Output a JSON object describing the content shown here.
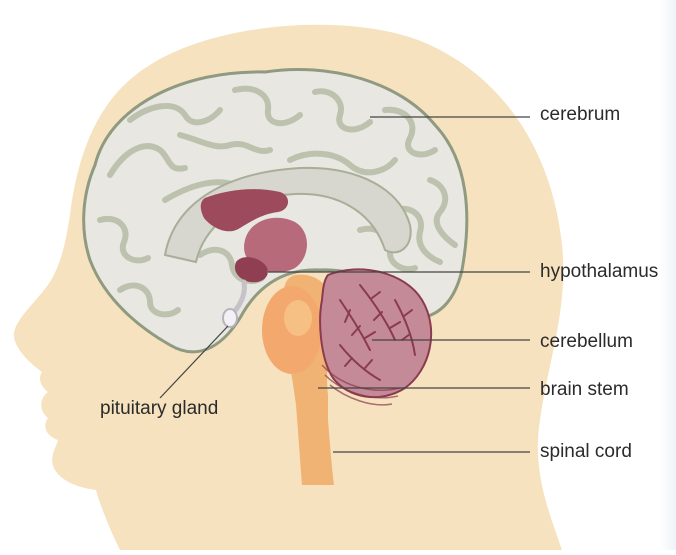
{
  "diagram": {
    "labels": {
      "cerebrum": "cerebrum",
      "hypothalamus": "hypothalamus",
      "cerebellum": "cerebellum",
      "brain_stem": "brain stem",
      "spinal_cord": "spinal cord",
      "pituitary_gland": "pituitary gland"
    },
    "colors": {
      "head_skin": "#f6e2bf",
      "cerebrum_fill": "#e8e7e1",
      "cerebrum_outline": "#8f9a80",
      "gyri_line": "#b6bca7",
      "ventricle": "#9c4a5c",
      "thalamus": "#b76a7a",
      "cerebellum": "#c58a98",
      "cerebellum_veins": "#8a3b4e",
      "brain_stem": "#f1b374",
      "leader_line": "#444444"
    }
  }
}
